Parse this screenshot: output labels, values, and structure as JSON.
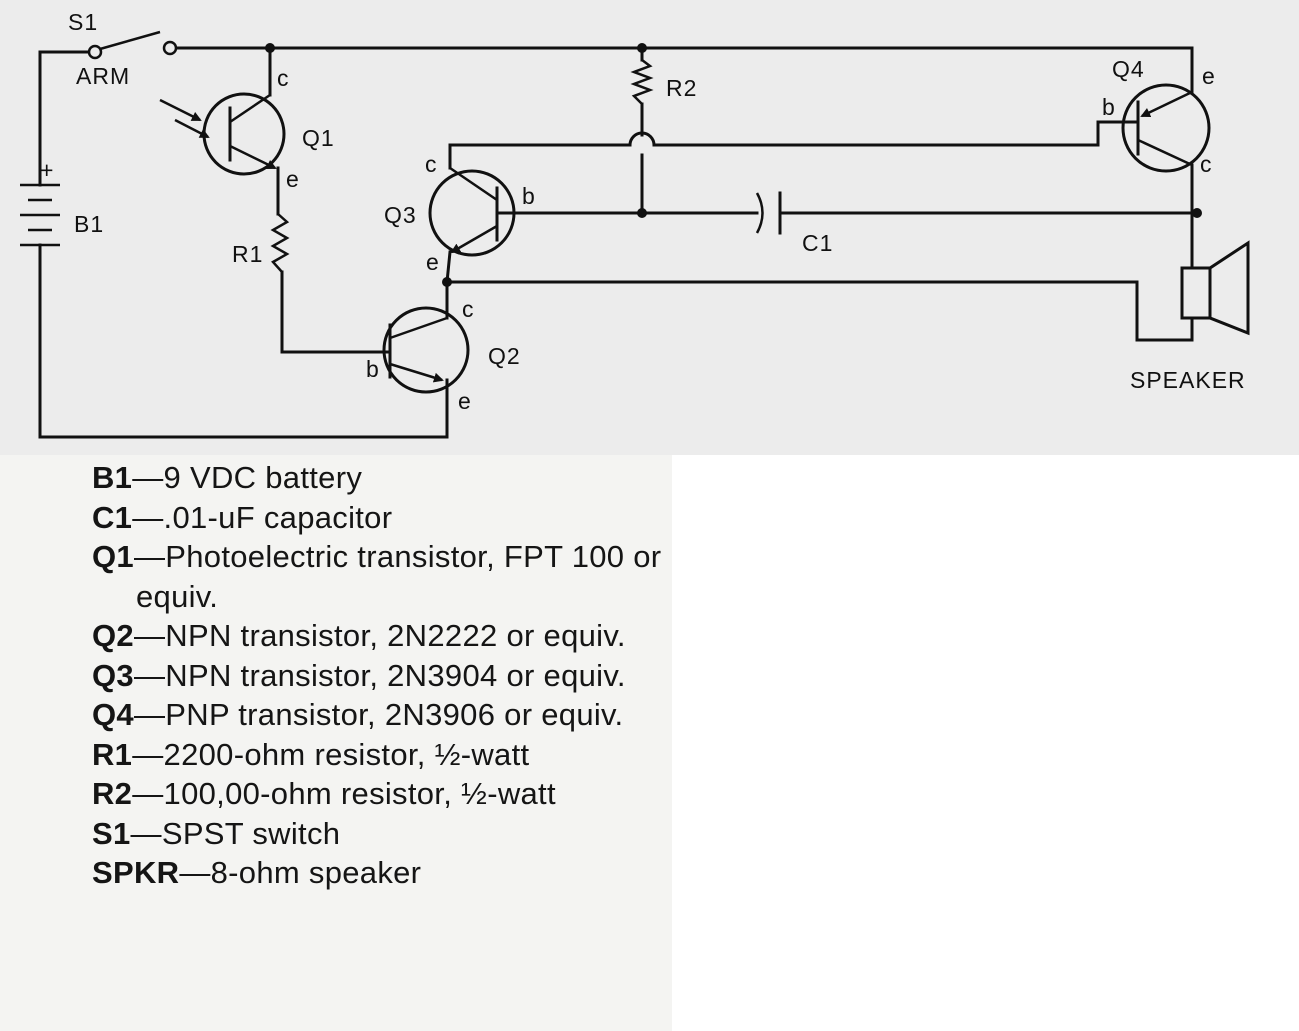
{
  "schematic": {
    "labels": {
      "s1": "S1",
      "arm": "ARM",
      "b1": "B1",
      "plus": "+",
      "q1": "Q1",
      "q2": "Q2",
      "q3": "Q3",
      "q4": "Q4",
      "r1": "R1",
      "r2": "R2",
      "c1": "C1",
      "speaker": "SPEAKER",
      "pin_c": "c",
      "pin_b": "b",
      "pin_e": "e"
    }
  },
  "parts": [
    {
      "code": "B1",
      "desc": "9 VDC battery"
    },
    {
      "code": "C1",
      "desc": ".01-uF capacitor"
    },
    {
      "code": "Q1",
      "desc": "Photoelectric transistor, FPT 100 or equiv."
    },
    {
      "code": "Q2",
      "desc": "NPN transistor, 2N2222 or equiv."
    },
    {
      "code": "Q3",
      "desc": "NPN transistor, 2N3904 or equiv."
    },
    {
      "code": "Q4",
      "desc": "PNP transistor, 2N3906 or equiv."
    },
    {
      "code": "R1",
      "desc": "2200-ohm resistor, ½-watt"
    },
    {
      "code": "R2",
      "desc": "100,00-ohm resistor, ½-watt"
    },
    {
      "code": "S1",
      "desc": "SPST switch"
    },
    {
      "code": "SPKR",
      "desc": "8-ohm speaker"
    }
  ],
  "separator": "—"
}
